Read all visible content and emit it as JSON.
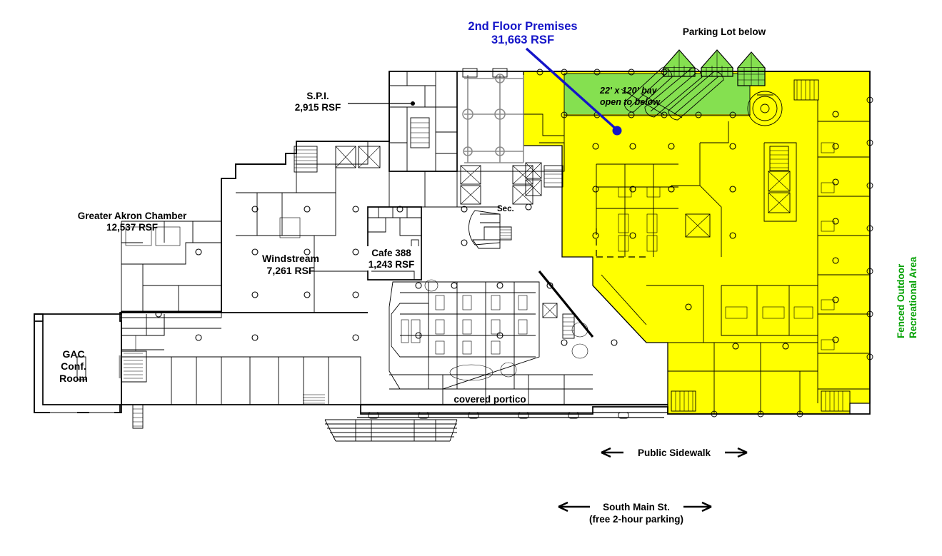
{
  "document": {
    "type": "architectural-floor-plan",
    "title": "2nd Floor Premises Floor Plan"
  },
  "colors": {
    "premises_yellow": "#ffff00",
    "open_to_below_green": "#85e050",
    "callout_blue": "#1414c8",
    "fenced_area_green": "#00a000",
    "wall_black": "#000000",
    "background": "#ffffff"
  },
  "callouts": {
    "premises": {
      "line1": "2nd Floor Premises",
      "line2": "31,663 RSF",
      "color": "#1414c8"
    },
    "parking_lot": {
      "label": "Parking Lot below"
    },
    "bay": {
      "line1": "22' x 120' bay",
      "line2": "open to below"
    },
    "fenced_outdoor": {
      "line1": "Fenced Outdoor",
      "line2": "Recreational Area",
      "color": "#00a000"
    }
  },
  "tenants": [
    {
      "id": "spi",
      "name": "S.P.I.",
      "area": "2,915 RSF"
    },
    {
      "id": "greater-akron-chamber",
      "name": "Greater Akron Chamber",
      "area": "12,537 RSF"
    },
    {
      "id": "windstream",
      "name": "Windstream",
      "area": "7,261 RSF"
    },
    {
      "id": "cafe-388",
      "name": "Cafe 388",
      "area": "1,243 RSF"
    }
  ],
  "rooms": [
    {
      "id": "gac-conf-room",
      "line1": "GAC",
      "line2": "Conf.",
      "line3": "Room"
    },
    {
      "id": "security",
      "label": "Sec."
    }
  ],
  "annotations": {
    "covered_portico": "covered portico",
    "public_sidewalk": "Public Sidewalk",
    "south_main_st_line1": "South Main St.",
    "south_main_st_line2": "(free 2-hour parking)"
  }
}
